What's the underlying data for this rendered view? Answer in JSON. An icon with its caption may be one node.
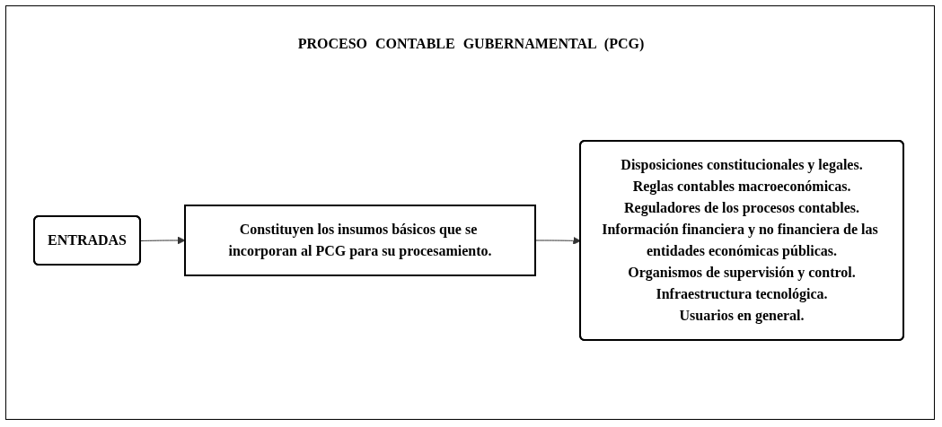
{
  "diagram": {
    "title": "PROCESO CONTABLE GUBERNAMENTAL (PCG)",
    "nodes": [
      {
        "text": [
          "ENTRADAS"
        ]
      },
      {
        "text": [
          "Constituyen los insumos básicos que se incorporan al PCG para su procesamiento."
        ]
      },
      {
        "text": [
          "Disposiciones constitucionales y legales.",
          "Reglas contables macroeconómicas.",
          "Reguladores de los procesos contables.",
          "Información financiera y no financiera de las entidades económicas públicas.",
          "Organismos de supervisión y control.",
          "Infraestructura tecnológica.",
          "Usuarios en general."
        ]
      }
    ],
    "edges": [
      {
        "from": 0,
        "to": 1,
        "arrow": "to"
      },
      {
        "from": 1,
        "to": 2,
        "arrow": "to"
      }
    ]
  }
}
